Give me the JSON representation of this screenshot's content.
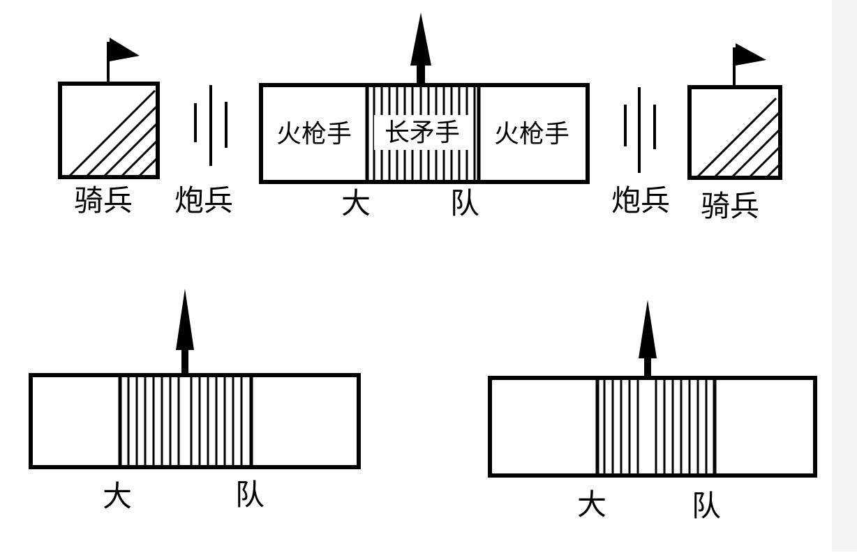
{
  "diagram": {
    "top_row": {
      "left_cavalry": {
        "label": "骑兵"
      },
      "left_artillery": {
        "label": "炮兵"
      },
      "main_battalion": {
        "left_section": "火枪手",
        "center_section": "长矛手",
        "right_section": "火枪手",
        "label_left": "大",
        "label_right": "队"
      },
      "right_artillery": {
        "label": "炮兵"
      },
      "right_cavalry": {
        "label": "骑兵"
      }
    },
    "bottom_left_battalion": {
      "label_left": "大",
      "label_right": "队"
    },
    "bottom_right_battalion": {
      "label_left": "大",
      "label_right": "队"
    }
  },
  "colors": {
    "ink": "#000000",
    "background": "#ffffff",
    "side_strip": "#f4f4f4"
  },
  "icons": {
    "flag": "flag-icon",
    "advance_arrow": "arrow-up-icon"
  }
}
